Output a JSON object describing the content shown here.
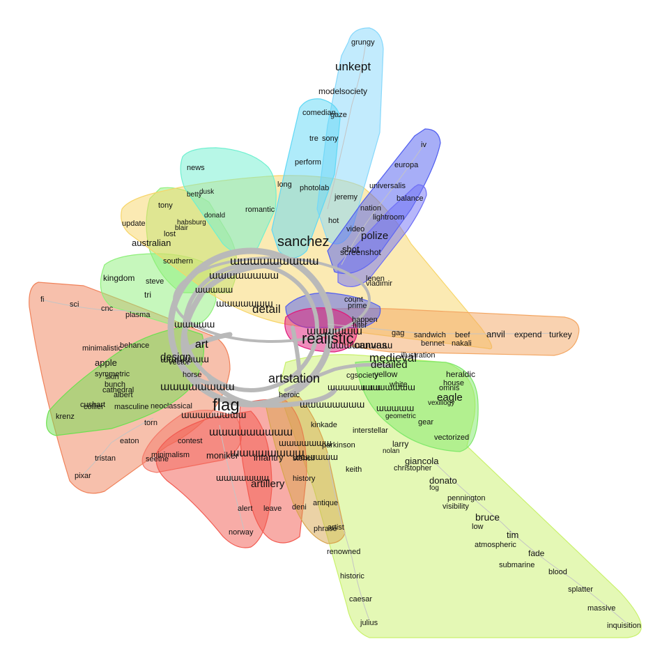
{
  "clusters": [
    {
      "id": "orange-left",
      "color": "#f0825a"
    },
    {
      "id": "green-left",
      "color": "#6ee050"
    },
    {
      "id": "lightgreen-top",
      "color": "#8ef07a"
    },
    {
      "id": "teal-top",
      "color": "#6ff0d0"
    },
    {
      "id": "yellow-top",
      "color": "#f7d568"
    },
    {
      "id": "cyan-top",
      "color": "#5fd8f5"
    },
    {
      "id": "skyblue-top",
      "color": "#86d8fb"
    },
    {
      "id": "blue-right",
      "color": "#4f5df0"
    },
    {
      "id": "blue-right-2",
      "color": "#6f6ff6"
    },
    {
      "id": "orange-right",
      "color": "#f3a662"
    },
    {
      "id": "lime-bottom",
      "color": "#c9f16c"
    },
    {
      "id": "green-bottom",
      "color": "#7fe86a"
    },
    {
      "id": "red-bottom",
      "color": "#f25a50"
    },
    {
      "id": "salmon-bottom",
      "color": "#f47a6a"
    },
    {
      "id": "tan-bottom",
      "color": "#d8a54e"
    },
    {
      "id": "magenta-center",
      "color": "#e0197a"
    }
  ],
  "hub_words": [
    "detail",
    "art",
    "design",
    "artstation",
    "flag",
    "realistic",
    "medieval",
    "sanchez",
    "polize"
  ],
  "words": [
    "fi",
    "sci",
    "cnc",
    "pixar",
    "tristan",
    "eaton",
    "torn",
    "krenz",
    "cushart",
    "collier",
    "masculine",
    "minimalistic",
    "behance",
    "apple",
    "symmetric",
    "skin",
    "bunch",
    "cathedral",
    "albert",
    "plasma",
    "kingdom",
    "steve",
    "tri",
    "australian",
    "southern",
    "update",
    "tony",
    "lost",
    "blair",
    "habsburg",
    "news",
    "betty",
    "dusk",
    "donald",
    "romantic",
    "long",
    "hot",
    "nation",
    "universalis",
    "europa",
    "iv",
    "balance",
    "lightroom",
    "video",
    "perform",
    "comedian",
    "gaze",
    "tre",
    "sony",
    "modelsociety",
    "unkept",
    "grungy",
    "jeremy",
    "photolab",
    "screenshot",
    "lenen",
    "vladimir",
    "prime",
    "count",
    "happen",
    "gag",
    "sandwich",
    "bennet",
    "beef",
    "nakali",
    "anvil",
    "expend",
    "turkey",
    "heraldic",
    "house",
    "omnis",
    "vexillogy",
    "eagle",
    "gear",
    "vectorized",
    "yellow",
    "white",
    "cgsociety",
    "geometric",
    "interstellar",
    "nolan",
    "larry",
    "christopher",
    "giancola",
    "donato",
    "fog",
    "pennington",
    "visibility",
    "bruce",
    "low",
    "tim",
    "atmospheric",
    "fade",
    "submarine",
    "blood",
    "splatter",
    "massive",
    "inquisition",
    "kinkade",
    "parkinson",
    "keith",
    "renowned",
    "historic",
    "caesar",
    "julius",
    "seethe",
    "norway",
    "alert",
    "leave",
    "deni",
    "antique",
    "phrase",
    "artist",
    "vector",
    "horse",
    "contest",
    "moniker",
    "infantry",
    "artillery",
    "stencil",
    "history",
    "shot",
    "filter",
    "canvas",
    "detailed",
    "illustration",
    "neoclassical",
    "heroic",
    "minimalism"
  ],
  "fg_overlap_text": "art"
}
